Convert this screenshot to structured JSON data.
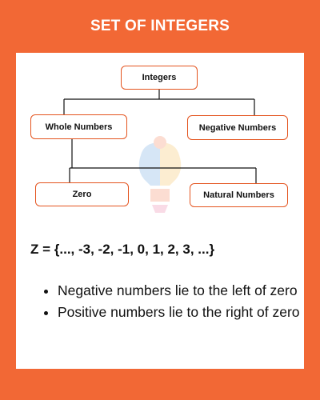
{
  "header": {
    "title": "SET OF INTEGERS"
  },
  "diagram": {
    "root": "Integers",
    "level1_left": "Whole Numbers",
    "level1_right": "Negative Numbers",
    "level2_left": "Zero",
    "level2_right": "Natural Numbers"
  },
  "equation": "Z = {..., -3, -2, -1, 0, 1, 2, 3, ...}",
  "bullets": [
    "Negative numbers lie to the left of zero",
    "Positive numbers lie to the right of zero"
  ],
  "colors": {
    "accent": "#f26835",
    "node_border": "#e4531e",
    "panel": "#ffffff",
    "text": "#111111"
  },
  "icons": {
    "watermark": "lightbulb-puzzle-icon"
  }
}
